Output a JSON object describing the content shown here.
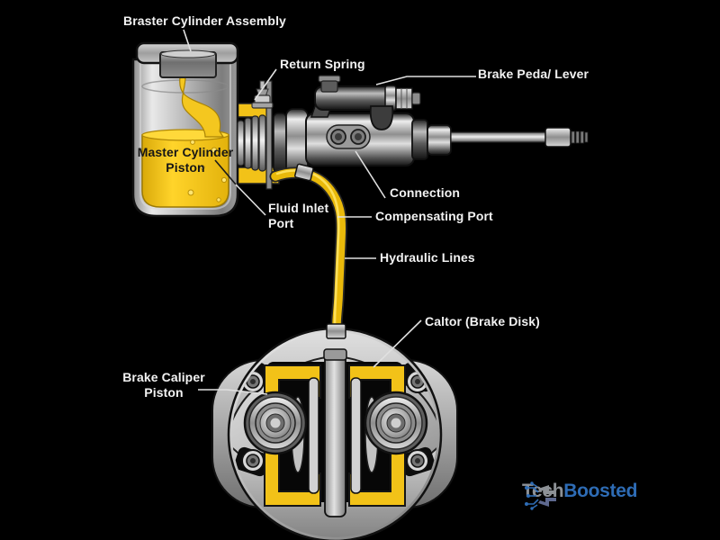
{
  "diagram": {
    "subject": "Brake master cylinder and caliper cutaway diagram",
    "labels": {
      "assembly": "Braster Cylinder Assembly",
      "return_spring": "Return Spring",
      "brake_pedal": "Brake Peda/ Lever",
      "master_piston_line1": "Master Cylinder",
      "master_piston_line2": "Piston",
      "fluid_inlet_line1": "Fluid Inlet",
      "fluid_inlet_line2": "Port",
      "connection": "Connection",
      "compensating_port": "Compensating Port",
      "hydraulic_lines": "Hydraulic Lines",
      "brake_disk": "Caltor (Brake Disk)",
      "caliper_line1": "Brake Caliper",
      "caliper_line2": "Piston"
    },
    "colors": {
      "background": "#000000",
      "brake_fluid_yellow": "#f2c218",
      "metal_light": "#e6e6e6",
      "metal_dark": "#3a3a3a",
      "label_text": "#f2f2f2",
      "label_text_on_fluid": "#161616"
    }
  },
  "branding": {
    "logo_part1": "Tech",
    "logo_part2": "Boosted",
    "logo_part1_color": "#8d9196",
    "logo_part2_color": "#2e6cb5",
    "logo_icon": "circuit-icon"
  }
}
